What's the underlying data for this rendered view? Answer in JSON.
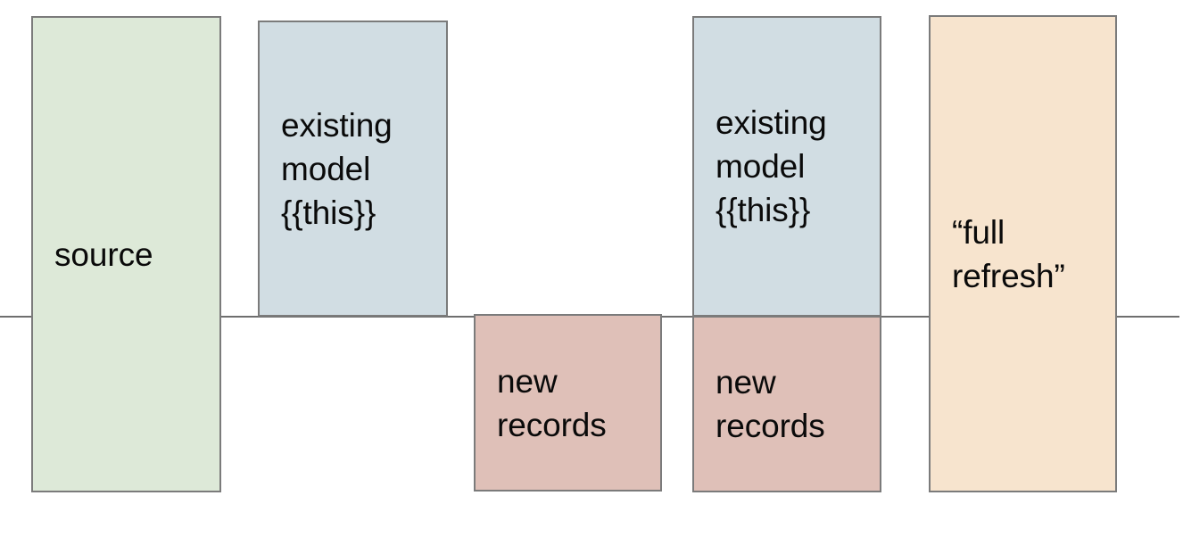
{
  "diagram": {
    "title": "incremental model full refresh comparison",
    "background_color": "#ffffff",
    "baseline": {
      "name": "horizontal-divider-line",
      "color": "#6e6e6e"
    },
    "boxes": [
      {
        "id": "source",
        "label": "source",
        "fill": "#dde9d8",
        "stroke": "#7b7b7b",
        "position": "spans-divider"
      },
      {
        "id": "existing-model-1",
        "label": "existing\nmodel\n{{this}}",
        "fill": "#d1dde3",
        "stroke": "#7b7b7b",
        "position": "above-divider"
      },
      {
        "id": "new-records-1",
        "label": "new\nrecords",
        "fill": "#dfc0b8",
        "stroke": "#7b7b7b",
        "position": "below-divider"
      },
      {
        "id": "existing-model-2",
        "label": "existing\nmodel\n{{this}}",
        "fill": "#d1dde3",
        "stroke": "#7b7b7b",
        "position": "above-divider"
      },
      {
        "id": "new-records-2",
        "label": "new\nrecords",
        "fill": "#dfc0b8",
        "stroke": "#7b7b7b",
        "position": "below-divider"
      },
      {
        "id": "full-refresh",
        "label": "“full\nrefresh”",
        "fill": "#f7e4ce",
        "stroke": "#7b7b7b",
        "position": "spans-divider"
      }
    ]
  }
}
